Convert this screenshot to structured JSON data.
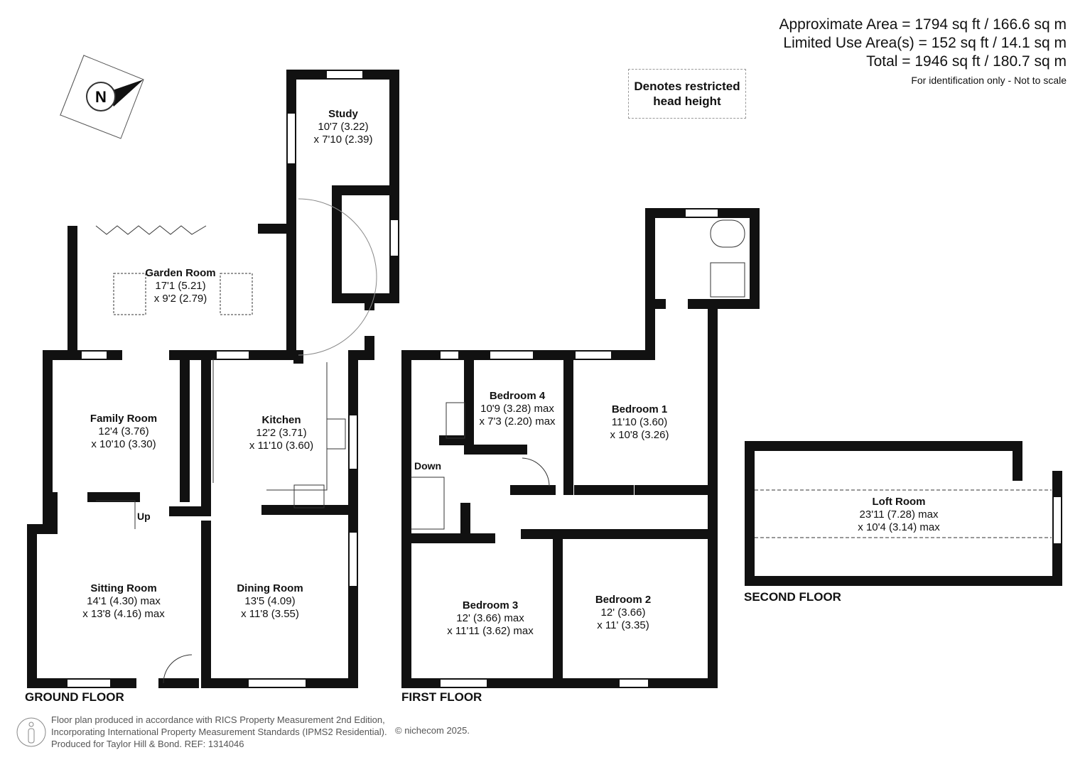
{
  "header": {
    "approximate_area": "Approximate Area = 1794 sq ft / 166.6 sq m",
    "limited_use_area": "Limited Use Area(s) = 152 sq ft / 14.1 sq m",
    "total": "Total = 1946 sq ft / 180.7 sq m",
    "note": "For identification only - Not to scale"
  },
  "legend": {
    "line1": "Denotes restricted",
    "line2": "head height"
  },
  "compass": {
    "label": "N",
    "icon": "compass-north-icon"
  },
  "ground_floor": {
    "label": "GROUND FLOOR",
    "stairs_label": "Up",
    "rooms": [
      {
        "name": "Study",
        "dim1": "10'7 (3.22)",
        "dim2": "x 7'10 (2.39)"
      },
      {
        "name": "Garden Room",
        "dim1": "17'1 (5.21)",
        "dim2": "x 9'2 (2.79)"
      },
      {
        "name": "Family Room",
        "dim1": "12'4 (3.76)",
        "dim2": "x 10'10 (3.30)"
      },
      {
        "name": "Kitchen",
        "dim1": "12'2 (3.71)",
        "dim2": "x 11'10 (3.60)"
      },
      {
        "name": "Sitting Room",
        "dim1": "14'1 (4.30) max",
        "dim2": "x 13'8 (4.16) max"
      },
      {
        "name": "Dining Room",
        "dim1": "13'5 (4.09)",
        "dim2": "x 11'8 (3.55)"
      }
    ]
  },
  "first_floor": {
    "label": "FIRST FLOOR",
    "stairs_label": "Down",
    "rooms": [
      {
        "name": "Bedroom 4",
        "dim1": "10'9 (3.28) max",
        "dim2": "x 7'3 (2.20) max"
      },
      {
        "name": "Bedroom 1",
        "dim1": "11'10 (3.60)",
        "dim2": "x 10'8 (3.26)"
      },
      {
        "name": "Bedroom 3",
        "dim1": "12' (3.66) max",
        "dim2": "x 11'11 (3.62) max"
      },
      {
        "name": "Bedroom 2",
        "dim1": "12' (3.66)",
        "dim2": "x 11' (3.35)"
      }
    ]
  },
  "second_floor": {
    "label": "SECOND FLOOR",
    "rooms": [
      {
        "name": "Loft Room",
        "dim1": "23'11 (7.28) max",
        "dim2": "x 10'4 (3.14) max"
      }
    ]
  },
  "footer": {
    "line1": "Floor plan produced in accordance with RICS Property Measurement 2nd Edition,",
    "line2": "Incorporating International Property Measurement Standards (IPMS2 Residential).",
    "line3": "Produced for Taylor Hill & Bond.   REF: 1314046",
    "copyright": "© nichecom 2025."
  }
}
